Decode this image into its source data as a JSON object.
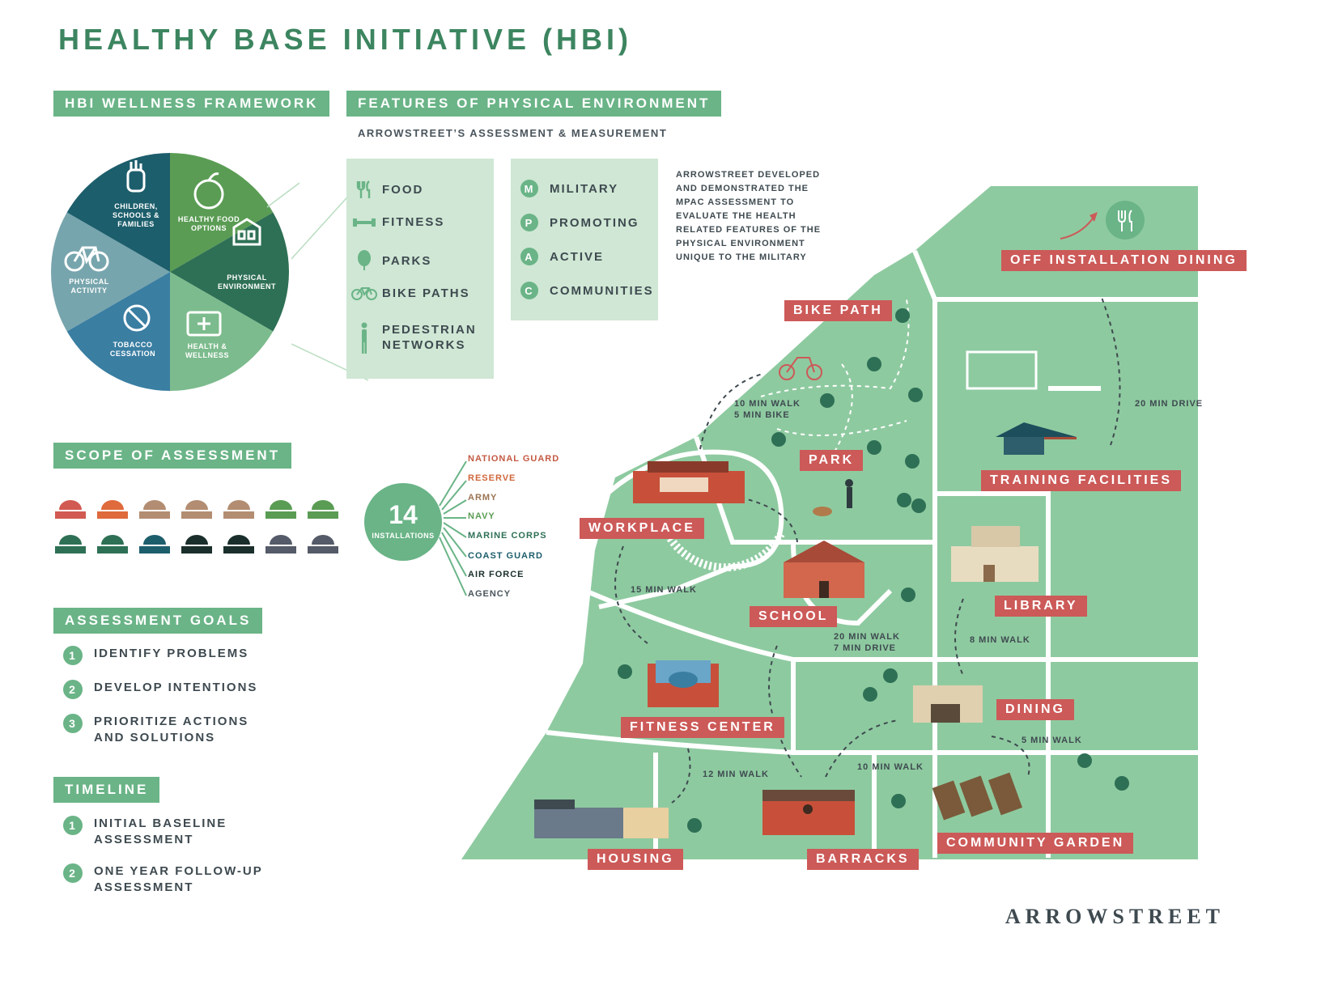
{
  "title": "HEALTHY BASE INITIATIVE (HBI)",
  "framework": {
    "header": "HBI WELLNESS FRAMEWORK",
    "segments": [
      {
        "label": "CHILDREN, SCHOOLS & FAMILIES",
        "icon": "hand-icon",
        "color": "#1d5e6c"
      },
      {
        "label": "HEALTHY FOOD OPTIONS",
        "icon": "apple-icon",
        "color": "#5a9c54"
      },
      {
        "label": "PHYSICAL ENVIRONMENT",
        "icon": "building-icon",
        "color": "#2e7055"
      },
      {
        "label": "HEALTH & WELLNESS",
        "icon": "first-aid-icon",
        "color": "#7cbb8d"
      },
      {
        "label": "TOBACCO CESSATION",
        "icon": "no-smoking-icon",
        "color": "#3a7ea2"
      },
      {
        "label": "PHYSICAL ACTIVITY",
        "icon": "bicycle-icon",
        "color": "#77a5ad"
      }
    ]
  },
  "features": {
    "header": "FEATURES OF PHYSICAL ENVIRONMENT",
    "subheader": "ARROWSTREET’S ASSESSMENT & MEASUREMENT",
    "items": [
      "FOOD",
      "FITNESS",
      "PARKS",
      "BIKE PATHS",
      "PEDESTRIAN NETWORKS"
    ],
    "mpac": [
      {
        "letter": "M",
        "label": "MILITARY"
      },
      {
        "letter": "P",
        "label": "PROMOTING"
      },
      {
        "letter": "A",
        "label": "ACTIVE"
      },
      {
        "letter": "C",
        "label": "COMMUNITIES"
      }
    ],
    "note": "ARROWSTREET DEVELOPED AND DEMONSTRATED THE MPAC ASSESSMENT TO EVALUATE THE HEALTH RELATED FEATURES OF THE PHYSICAL ENVIRONMENT UNIQUE TO THE MILITARY"
  },
  "scope": {
    "header": "SCOPE OF ASSESSMENT",
    "count": "14",
    "count_label": "INSTALLATIONS",
    "branches": [
      {
        "label": "NATIONAL GUARD",
        "color": "#c45a43"
      },
      {
        "label": "RESERVE",
        "color": "#d0673c"
      },
      {
        "label": "ARMY",
        "color": "#9a7452"
      },
      {
        "label": "NAVY",
        "color": "#5a9c54"
      },
      {
        "label": "MARINE CORPS",
        "color": "#2e7055"
      },
      {
        "label": "COAST GUARD",
        "color": "#1d5e6c"
      },
      {
        "label": "AIR FORCE",
        "color": "#1a2f2c"
      },
      {
        "label": "AGENCY",
        "color": "#4a555c"
      }
    ],
    "hats_top": [
      "#d15a52",
      "#df6a3c",
      "#b38d72",
      "#b38d72",
      "#b38d72",
      "#5a9c54",
      "#5a9c54"
    ],
    "hats_bottom": [
      "#2e7055",
      "#2e7055",
      "#1d5e6c",
      "#1a2f2c",
      "#1a2f2c",
      "#555b68",
      "#555b68"
    ]
  },
  "goals": {
    "header": "ASSESSMENT GOALS",
    "items": [
      {
        "n": "1",
        "text": "IDENTIFY PROBLEMS"
      },
      {
        "n": "2",
        "text": "DEVELOP INTENTIONS"
      },
      {
        "n": "3",
        "line1": "PRIORITIZE ACTIONS",
        "line2": "AND SOLUTIONS"
      }
    ]
  },
  "timeline": {
    "header": "TIMELINE",
    "items": [
      {
        "n": "1",
        "line1": "INITIAL BASELINE",
        "line2": "ASSESSMENT"
      },
      {
        "n": "2",
        "line1": "ONE YEAR FOLLOW-UP",
        "line2": "ASSESSMENT"
      }
    ]
  },
  "map": {
    "labels": {
      "off_installation_dining": "OFF INSTALLATION DINING",
      "bike_path": "BIKE PATH",
      "park": "PARK",
      "training_facilities": "TRAINING FACILITIES",
      "workplace": "WORKPLACE",
      "library": "LIBRARY",
      "school": "SCHOOL",
      "dining": "DINING",
      "fitness_center": "FITNESS CENTER",
      "community_garden": "COMMUNITY GARDEN",
      "housing": "HOUSING",
      "barracks": "BARRACKS"
    },
    "distances": {
      "bike": {
        "l1": "10 MIN WALK",
        "l2": "5 MIN BIKE"
      },
      "drive20": "20 MIN DRIVE",
      "walk15": "15 MIN WALK",
      "school_dining": {
        "l1": "20 MIN WALK",
        "l2": "7 MIN DRIVE"
      },
      "walk8": "8 MIN WALK",
      "walk5": "5 MIN WALK",
      "walk12": "12 MIN WALK",
      "walk10": "10 MIN WALK"
    },
    "land_color": "#8ecaa0",
    "road_color": "#ffffff"
  },
  "brand": "ARROWSTREET"
}
